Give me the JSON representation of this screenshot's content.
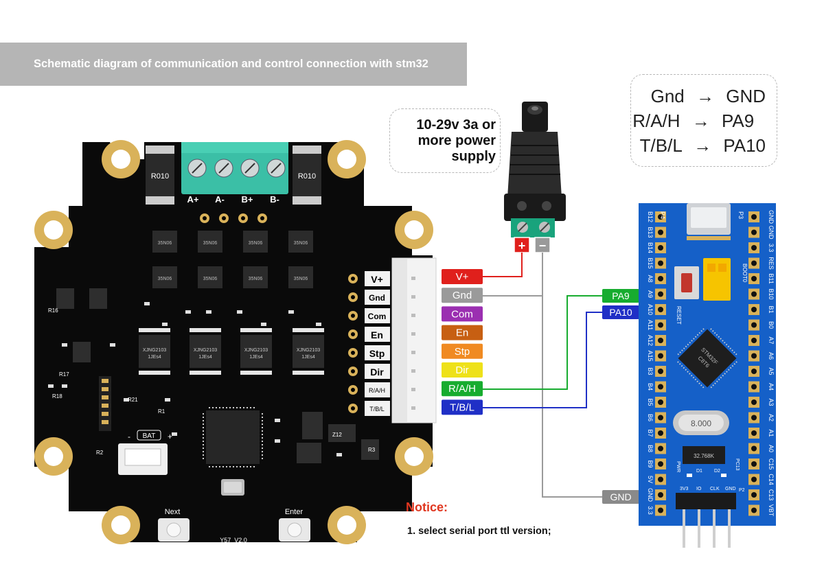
{
  "banner": {
    "text": "Schematic diagram of communication and control connection with stm32"
  },
  "power_callout": {
    "lines": [
      "10-29v 3a or",
      "more power",
      "supply"
    ]
  },
  "pin_mapping": {
    "rows": [
      {
        "from": "Gnd",
        "arrow": "→",
        "to": "GND"
      },
      {
        "from": "R/A/H",
        "arrow": "→",
        "to": "PA9"
      },
      {
        "from": "T/B/L",
        "arrow": "→",
        "to": "PA10"
      }
    ]
  },
  "driver_board": {
    "motor_terminals": [
      "A+",
      "A-",
      "B+",
      "B-"
    ],
    "resistor_marking": "R010",
    "header_labels": [
      "V+",
      "Gnd",
      "Com",
      "En",
      "Stp",
      "Dir",
      "R/A/H",
      "T/B/L"
    ],
    "mosfet_marking": "35N06",
    "driver_chip_marking": [
      "XJNG2103",
      "1JEs4"
    ],
    "battery_label": "BAT",
    "button_labels": [
      "Next",
      "Enter"
    ],
    "version": "Y57_V2.0",
    "silk_labels": [
      "R21",
      "R1",
      "R2",
      "R3",
      "R16",
      "R17",
      "R18",
      "Z12"
    ]
  },
  "signals": [
    {
      "label": "V+",
      "color": "#e0201c"
    },
    {
      "label": "Gnd",
      "color": "#9a9a9a"
    },
    {
      "label": "Com",
      "color": "#9b2fb1"
    },
    {
      "label": "En",
      "color": "#c75f12"
    },
    {
      "label": "Stp",
      "color": "#f08a22"
    },
    {
      "label": "Dir",
      "color": "#eee11a"
    },
    {
      "label": "R/A/H",
      "color": "#17ac2f"
    },
    {
      "label": "T/B/L",
      "color": "#1f2fc6"
    }
  ],
  "power_jack": {
    "plus": "+",
    "minus": "−"
  },
  "stm32_tags": [
    {
      "label": "PA9",
      "color": "#17ac2f"
    },
    {
      "label": "PA10",
      "color": "#1f2fc6"
    },
    {
      "label": "GND",
      "color": "#8a8a8a"
    }
  ],
  "stm32_board": {
    "left_pins": [
      "B12",
      "B13",
      "B14",
      "B15",
      "A8",
      "A9",
      "A10",
      "A11",
      "A12",
      "A15",
      "B3",
      "B4",
      "B5",
      "B6",
      "B7",
      "B8",
      "B9",
      "5V",
      "GND",
      "3.3"
    ],
    "right_pins": [
      "GND",
      "GND",
      "3.3",
      "RES",
      "B11",
      "B10",
      "B1",
      "B0",
      "A7",
      "A6",
      "A5",
      "A4",
      "A3",
      "A2",
      "A1",
      "A0",
      "C15",
      "C14",
      "C13",
      "VBT"
    ],
    "labels": {
      "p4": "P4",
      "p3": "P3",
      "boot": "BOOT0",
      "reset": "RESET",
      "mcu": "STM32F",
      "mcu_sub": "C8T6",
      "crystal": "8.000",
      "crystal2": "32.768K",
      "pwr": "PWR",
      "pc13": "PC13",
      "p2": "P2",
      "d1": "D1",
      "d2": "D2",
      "swd": [
        "3V3",
        "IO",
        "CLK",
        "GND"
      ]
    }
  },
  "colors": {
    "pcb_black": "#0a0a0a",
    "pcb_blue": "#1560c8",
    "terminal_green": "#3bbfa6",
    "gold": "#d9b25a"
  },
  "notice": {
    "title": "Notice:",
    "items": [
      "1. select serial port ttl version;"
    ]
  }
}
